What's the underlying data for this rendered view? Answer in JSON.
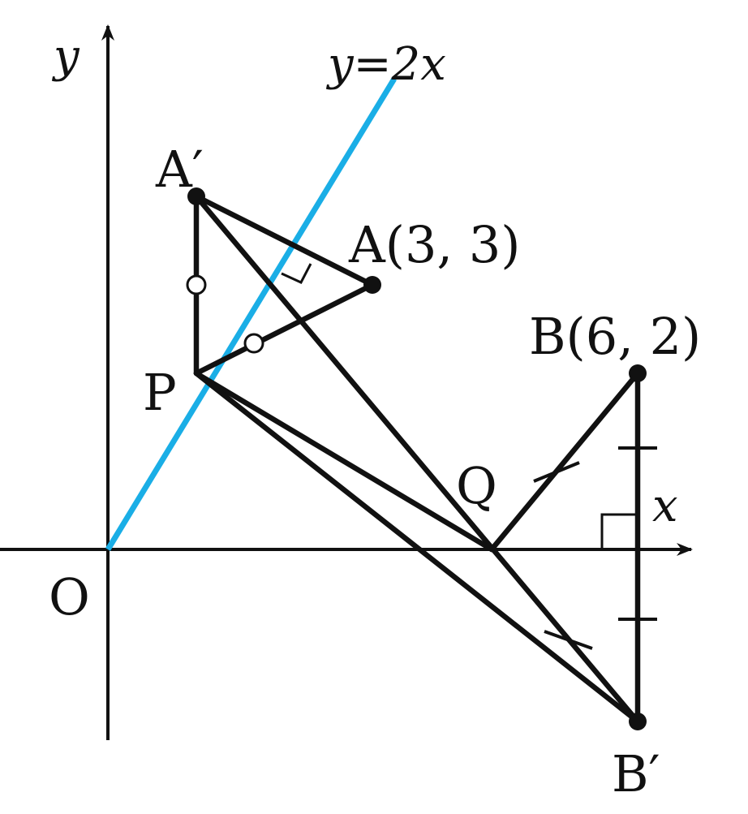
{
  "labels": {
    "y_axis": "y",
    "x_axis": "x",
    "origin": "O",
    "line_equation": "y=2x",
    "point_a_prime": "A′",
    "point_a": "A(3, 3)",
    "point_b": "B(6, 2)",
    "point_b_prime": "B′",
    "point_p": "P",
    "point_q": "Q"
  },
  "points": {
    "O": [
      0,
      0
    ],
    "A": [
      3,
      3
    ],
    "B": [
      6,
      2
    ],
    "A_prime": [
      1,
      4
    ],
    "B_prime": [
      6,
      -2
    ]
  },
  "colors": {
    "line_y2x": "#1aaee6",
    "stroke": "#111111",
    "background": "#ffffff"
  }
}
